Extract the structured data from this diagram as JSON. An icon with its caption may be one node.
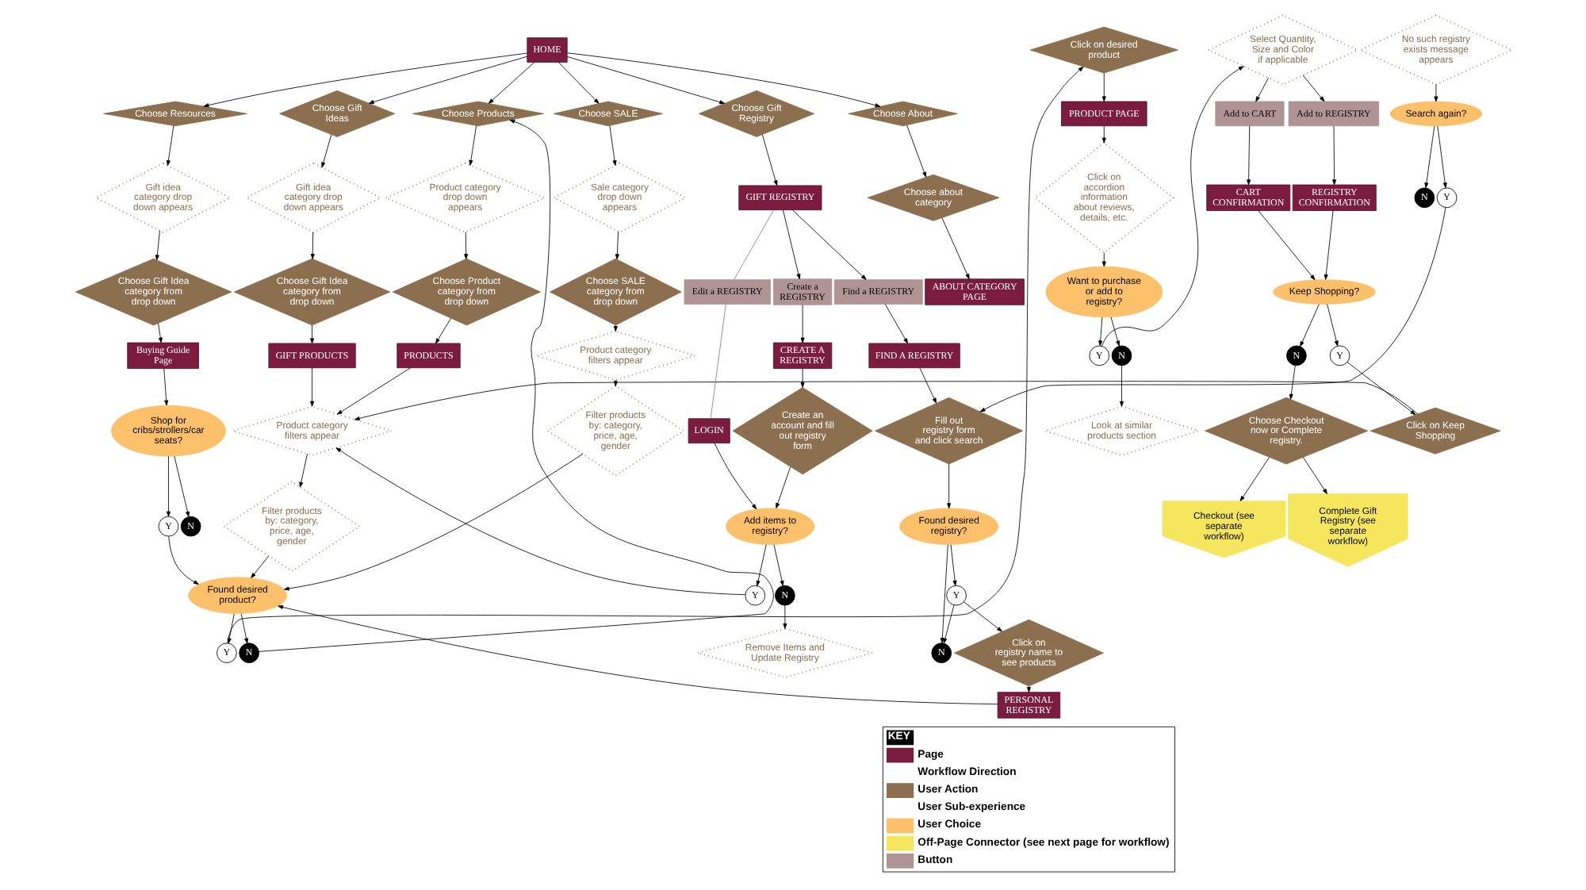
{
  "diagram": {
    "nodes": [
      {
        "text": [
          "HOME"
        ]
      },
      {
        "text": [
          "Choose Resources"
        ]
      },
      {
        "text": [
          "Gift idea category drop down appears"
        ]
      },
      {
        "text": [
          "Choose Gift Idea category from drop down"
        ]
      },
      {
        "text": [
          "Buying Guide Page"
        ]
      },
      {
        "text": [
          "Shop for cribs/strollers/car seats?"
        ]
      },
      {
        "text": [
          "Y"
        ]
      },
      {
        "text": [
          "N"
        ]
      },
      {
        "text": [
          "Choose Gift Ideas"
        ]
      },
      {
        "text": [
          "Gift idea category drop down appears"
        ]
      },
      {
        "text": [
          "Choose Gift Idea category from drop down"
        ]
      },
      {
        "text": [
          "GIFT PRODUCTS"
        ]
      },
      {
        "text": [
          "Choose Products"
        ]
      },
      {
        "text": [
          "Product category drop down appears"
        ]
      },
      {
        "text": [
          "Choose Product category from drop down"
        ]
      },
      {
        "text": [
          "PRODUCTS"
        ]
      },
      {
        "text": [
          "Product category filters appear"
        ]
      },
      {
        "text": [
          "Filter products by: category, price, age, gender"
        ]
      },
      {
        "text": [
          "Found desired product?"
        ]
      },
      {
        "text": [
          "Y"
        ]
      },
      {
        "text": [
          "N"
        ]
      },
      {
        "text": [
          "Click on desired product"
        ]
      },
      {
        "text": [
          "PRODUCT PAGE"
        ]
      },
      {
        "text": [
          "Click on accordion information about reviews, details, etc."
        ]
      },
      {
        "text": [
          "Want to purchase or add to registry?"
        ]
      },
      {
        "text": [
          "Y"
        ]
      },
      {
        "text": [
          "N"
        ]
      },
      {
        "text": [
          "Look at similar products section"
        ]
      },
      {
        "text": [
          "Select Quantity, Size and Color if applicable"
        ]
      },
      {
        "text": [
          "Add to CART"
        ]
      },
      {
        "text": [
          "Add to REGISTRY"
        ]
      },
      {
        "text": [
          "CART CONFIRMATION"
        ]
      },
      {
        "text": [
          "REGISTRY CONFIRMATION"
        ]
      },
      {
        "text": [
          "Keep Shopping?"
        ]
      },
      {
        "text": [
          "N"
        ]
      },
      {
        "text": [
          "Y"
        ]
      },
      {
        "text": [
          "Choose Checkout now or Complete registry."
        ]
      },
      {
        "text": [
          "Click on Keep Shopping"
        ]
      },
      {
        "text": [
          "Checkout (see separate workflow)"
        ]
      },
      {
        "text": [
          "Complete Gift Registry (see separate workflow)"
        ]
      },
      {
        "text": [
          "Choose SALE"
        ]
      },
      {
        "text": [
          "Sale category drop down appears"
        ]
      },
      {
        "text": [
          "Choose SALE category from drop down"
        ]
      },
      {
        "text": [
          "Product category filters appear"
        ]
      },
      {
        "text": [
          "Filter products by: category, price, age, gender"
        ]
      },
      {
        "text": [
          "Choose Gift Registry"
        ]
      },
      {
        "text": [
          "GIFT REGISTRY"
        ]
      },
      {
        "text": [
          "Edit a REGISTRY"
        ]
      },
      {
        "text": [
          "Create a REGISTRY"
        ]
      },
      {
        "text": [
          "Find a REGISTRY"
        ]
      },
      {
        "text": [
          "LOGIN"
        ]
      },
      {
        "text": [
          "CREATE A REGISTRY"
        ]
      },
      {
        "text": [
          "FIND A REGISTRY"
        ]
      },
      {
        "text": [
          "Create an account and fill out registry form"
        ]
      },
      {
        "text": [
          "Add items to registry?"
        ]
      },
      {
        "text": [
          "Y"
        ]
      },
      {
        "text": [
          "N"
        ]
      },
      {
        "text": [
          "Remove Items and Update Registry"
        ]
      },
      {
        "text": [
          "Fill out registry form and click search"
        ]
      },
      {
        "text": [
          "Found desired registry?"
        ]
      },
      {
        "text": [
          "Y"
        ]
      },
      {
        "text": [
          "N"
        ]
      },
      {
        "text": [
          "No such registry exists message appears"
        ]
      },
      {
        "text": [
          "Search again?"
        ]
      },
      {
        "text": [
          "N"
        ]
      },
      {
        "text": [
          "Y"
        ]
      },
      {
        "text": [
          "Click on registry name to see products"
        ]
      },
      {
        "text": [
          "PERSONAL REGISTRY"
        ]
      },
      {
        "text": [
          "Choose About"
        ]
      },
      {
        "text": [
          "Choose about category"
        ]
      },
      {
        "text": [
          "ABOUT CATEGORY PAGE"
        ]
      }
    ],
    "edges": [
      {
        "from": 0,
        "to": 1,
        "arrow": "to"
      },
      {
        "from": 0,
        "to": 8,
        "arrow": "to"
      },
      {
        "from": 0,
        "to": 12,
        "arrow": "to"
      },
      {
        "from": 0,
        "to": 40,
        "arrow": "to"
      },
      {
        "from": 0,
        "to": 45,
        "arrow": "to"
      },
      {
        "from": 0,
        "to": 68,
        "arrow": "to"
      },
      {
        "from": 1,
        "to": 2,
        "arrow": "to"
      },
      {
        "from": 2,
        "to": 3,
        "arrow": "to"
      },
      {
        "from": 3,
        "to": 4,
        "arrow": "to"
      },
      {
        "from": 4,
        "to": 5,
        "arrow": "to"
      },
      {
        "from": 5,
        "to": 6,
        "arrow": "to"
      },
      {
        "from": 5,
        "to": 7,
        "arrow": "to"
      },
      {
        "from": 6,
        "to": 18,
        "arrow": "to"
      },
      {
        "from": 8,
        "to": 9,
        "arrow": "to"
      },
      {
        "from": 9,
        "to": 10,
        "arrow": "to"
      },
      {
        "from": 10,
        "to": 11,
        "arrow": "to"
      },
      {
        "from": 11,
        "to": 16,
        "arrow": "to"
      },
      {
        "from": 12,
        "to": 13,
        "arrow": "to"
      },
      {
        "from": 13,
        "to": 14,
        "arrow": "to"
      },
      {
        "from": 14,
        "to": 15,
        "arrow": "to"
      },
      {
        "from": 15,
        "to": 16,
        "arrow": "to"
      },
      {
        "from": 16,
        "to": 17,
        "arrow": "to"
      },
      {
        "from": 17,
        "to": 18,
        "arrow": "to"
      },
      {
        "from": 18,
        "to": 19,
        "arrow": "to"
      },
      {
        "from": 18,
        "to": 20,
        "arrow": "to"
      },
      {
        "from": 20,
        "to": 12,
        "arrow": "to"
      },
      {
        "from": 19,
        "to": 21,
        "arrow": "to"
      },
      {
        "from": 21,
        "to": 22,
        "arrow": "to"
      },
      {
        "from": 22,
        "to": 23,
        "arrow": "to"
      },
      {
        "from": 23,
        "to": 24,
        "arrow": "to"
      },
      {
        "from": 24,
        "to": 25,
        "arrow": "to"
      },
      {
        "from": 24,
        "to": 26,
        "arrow": "to"
      },
      {
        "from": 26,
        "to": 27,
        "arrow": "to"
      },
      {
        "from": 25,
        "to": 28,
        "arrow": "to"
      },
      {
        "from": 28,
        "to": 29,
        "arrow": "to"
      },
      {
        "from": 28,
        "to": 30,
        "arrow": "to"
      },
      {
        "from": 29,
        "to": 31,
        "arrow": "to"
      },
      {
        "from": 30,
        "to": 32,
        "arrow": "to"
      },
      {
        "from": 31,
        "to": 33,
        "arrow": "to"
      },
      {
        "from": 32,
        "to": 33,
        "arrow": "to"
      },
      {
        "from": 33,
        "to": 34,
        "arrow": "to"
      },
      {
        "from": 33,
        "to": 35,
        "arrow": "to"
      },
      {
        "from": 34,
        "to": 36,
        "arrow": "to"
      },
      {
        "from": 35,
        "to": 37,
        "arrow": "to"
      },
      {
        "from": 36,
        "to": 38,
        "arrow": "to"
      },
      {
        "from": 36,
        "to": 39,
        "arrow": "to"
      },
      {
        "from": 37,
        "to": 16,
        "arrow": "to"
      },
      {
        "from": 40,
        "to": 41,
        "arrow": "to"
      },
      {
        "from": 41,
        "to": 42,
        "arrow": "to"
      },
      {
        "from": 42,
        "to": 43,
        "arrow": "to"
      },
      {
        "from": 43,
        "to": 44,
        "arrow": "to"
      },
      {
        "from": 44,
        "to": 18,
        "arrow": "to"
      },
      {
        "from": 45,
        "to": 46,
        "arrow": "to"
      },
      {
        "from": 46,
        "to": 47,
        "arrow": "none",
        "color": "#808080"
      },
      {
        "from": 46,
        "to": 48,
        "arrow": "to"
      },
      {
        "from": 46,
        "to": 49,
        "arrow": "to"
      },
      {
        "from": 47,
        "to": 50,
        "arrow": "none",
        "color": "#808080"
      },
      {
        "from": 48,
        "to": 51,
        "arrow": "to"
      },
      {
        "from": 49,
        "to": 52,
        "arrow": "to"
      },
      {
        "from": 50,
        "to": 54,
        "arrow": "to"
      },
      {
        "from": 51,
        "to": 53,
        "arrow": "to"
      },
      {
        "from": 53,
        "to": 54,
        "arrow": "to"
      },
      {
        "from": 54,
        "to": 55,
        "arrow": "to"
      },
      {
        "from": 54,
        "to": 56,
        "arrow": "to"
      },
      {
        "from": 55,
        "to": 16,
        "arrow": "to"
      },
      {
        "from": 56,
        "to": 57,
        "arrow": "to"
      },
      {
        "from": 52,
        "to": 58,
        "arrow": "to"
      },
      {
        "from": 58,
        "to": 59,
        "arrow": "to"
      },
      {
        "from": 59,
        "to": 60,
        "arrow": "to"
      },
      {
        "from": 59,
        "to": 61,
        "arrow": "to"
      },
      {
        "from": 60,
        "to": 61,
        "arrow": "to"
      },
      {
        "from": 62,
        "to": 63,
        "arrow": "to"
      },
      {
        "from": 63,
        "to": 64,
        "arrow": "to"
      },
      {
        "from": 63,
        "to": 65,
        "arrow": "to"
      },
      {
        "from": 65,
        "to": 58,
        "arrow": "to"
      },
      {
        "from": 60,
        "to": 66,
        "arrow": "to"
      },
      {
        "from": 66,
        "to": 67,
        "arrow": "to"
      },
      {
        "from": 67,
        "to": 18,
        "arrow": "to"
      },
      {
        "from": 68,
        "to": 69,
        "arrow": "to"
      },
      {
        "from": 69,
        "to": 70,
        "arrow": "to"
      }
    ],
    "labels": [
      "KEY"
    ],
    "legend": [
      {
        "text": "Page",
        "color": "#7b1c3e"
      },
      {
        "text": "Workflow Direction"
      },
      {
        "text": "User Action",
        "color": "#8b6f4e"
      },
      {
        "text": "User Sub-experience"
      },
      {
        "text": "User Choice",
        "color": "#fdc06a"
      },
      {
        "text": "Off-Page Connector (see next page for workflow)",
        "color": "#f5e65e"
      },
      {
        "text": "Button",
        "color": "#b09494"
      }
    ]
  }
}
